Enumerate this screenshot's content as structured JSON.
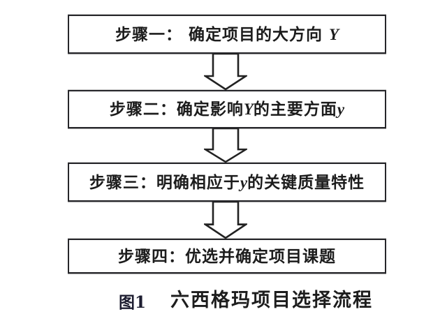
{
  "figure": {
    "type": "flowchart",
    "direction": "top-down",
    "steps": [
      {
        "id": "step-1",
        "full_text": "步骤一： 确定项目的大方向 Y",
        "parts": [
          {
            "text": "步骤一： 确定项目的大方向 ",
            "italic": false
          },
          {
            "text": "Y",
            "italic": true
          }
        ]
      },
      {
        "id": "step-2",
        "full_text": "步骤二：确定影响Y的主要方面y",
        "parts": [
          {
            "text": "步骤二：确定影响",
            "italic": false
          },
          {
            "text": "Y",
            "italic": true
          },
          {
            "text": "的主要方面",
            "italic": false
          },
          {
            "text": "y",
            "italic": true
          }
        ]
      },
      {
        "id": "step-3",
        "full_text": "步骤三：明确相应于y的关键质量特性",
        "parts": [
          {
            "text": "步骤三：明确相应于",
            "italic": false
          },
          {
            "text": "y",
            "italic": true
          },
          {
            "text": "的关键质量特性",
            "italic": false
          }
        ]
      },
      {
        "id": "step-4",
        "full_text": "步骤四：优选并确定项目课题",
        "parts": [
          {
            "text": "步骤四：优选并确定项目课题",
            "italic": false
          }
        ]
      }
    ],
    "connectors": [
      {
        "from": "step-1",
        "to": "step-2",
        "shape": "hollow-block-arrow-down"
      },
      {
        "from": "step-2",
        "to": "step-3",
        "shape": "hollow-block-arrow-down"
      },
      {
        "from": "step-3",
        "to": "step-4",
        "shape": "hollow-block-arrow-down"
      }
    ],
    "caption": {
      "figure_label": "图1",
      "title": "六西格玛项目选择流程"
    }
  },
  "colors": {
    "background": "#ffffff",
    "box_border": "#26262a",
    "text": "#1c1c1c",
    "arrow_outline": "#222222",
    "arrow_fill": "#ffffff"
  }
}
